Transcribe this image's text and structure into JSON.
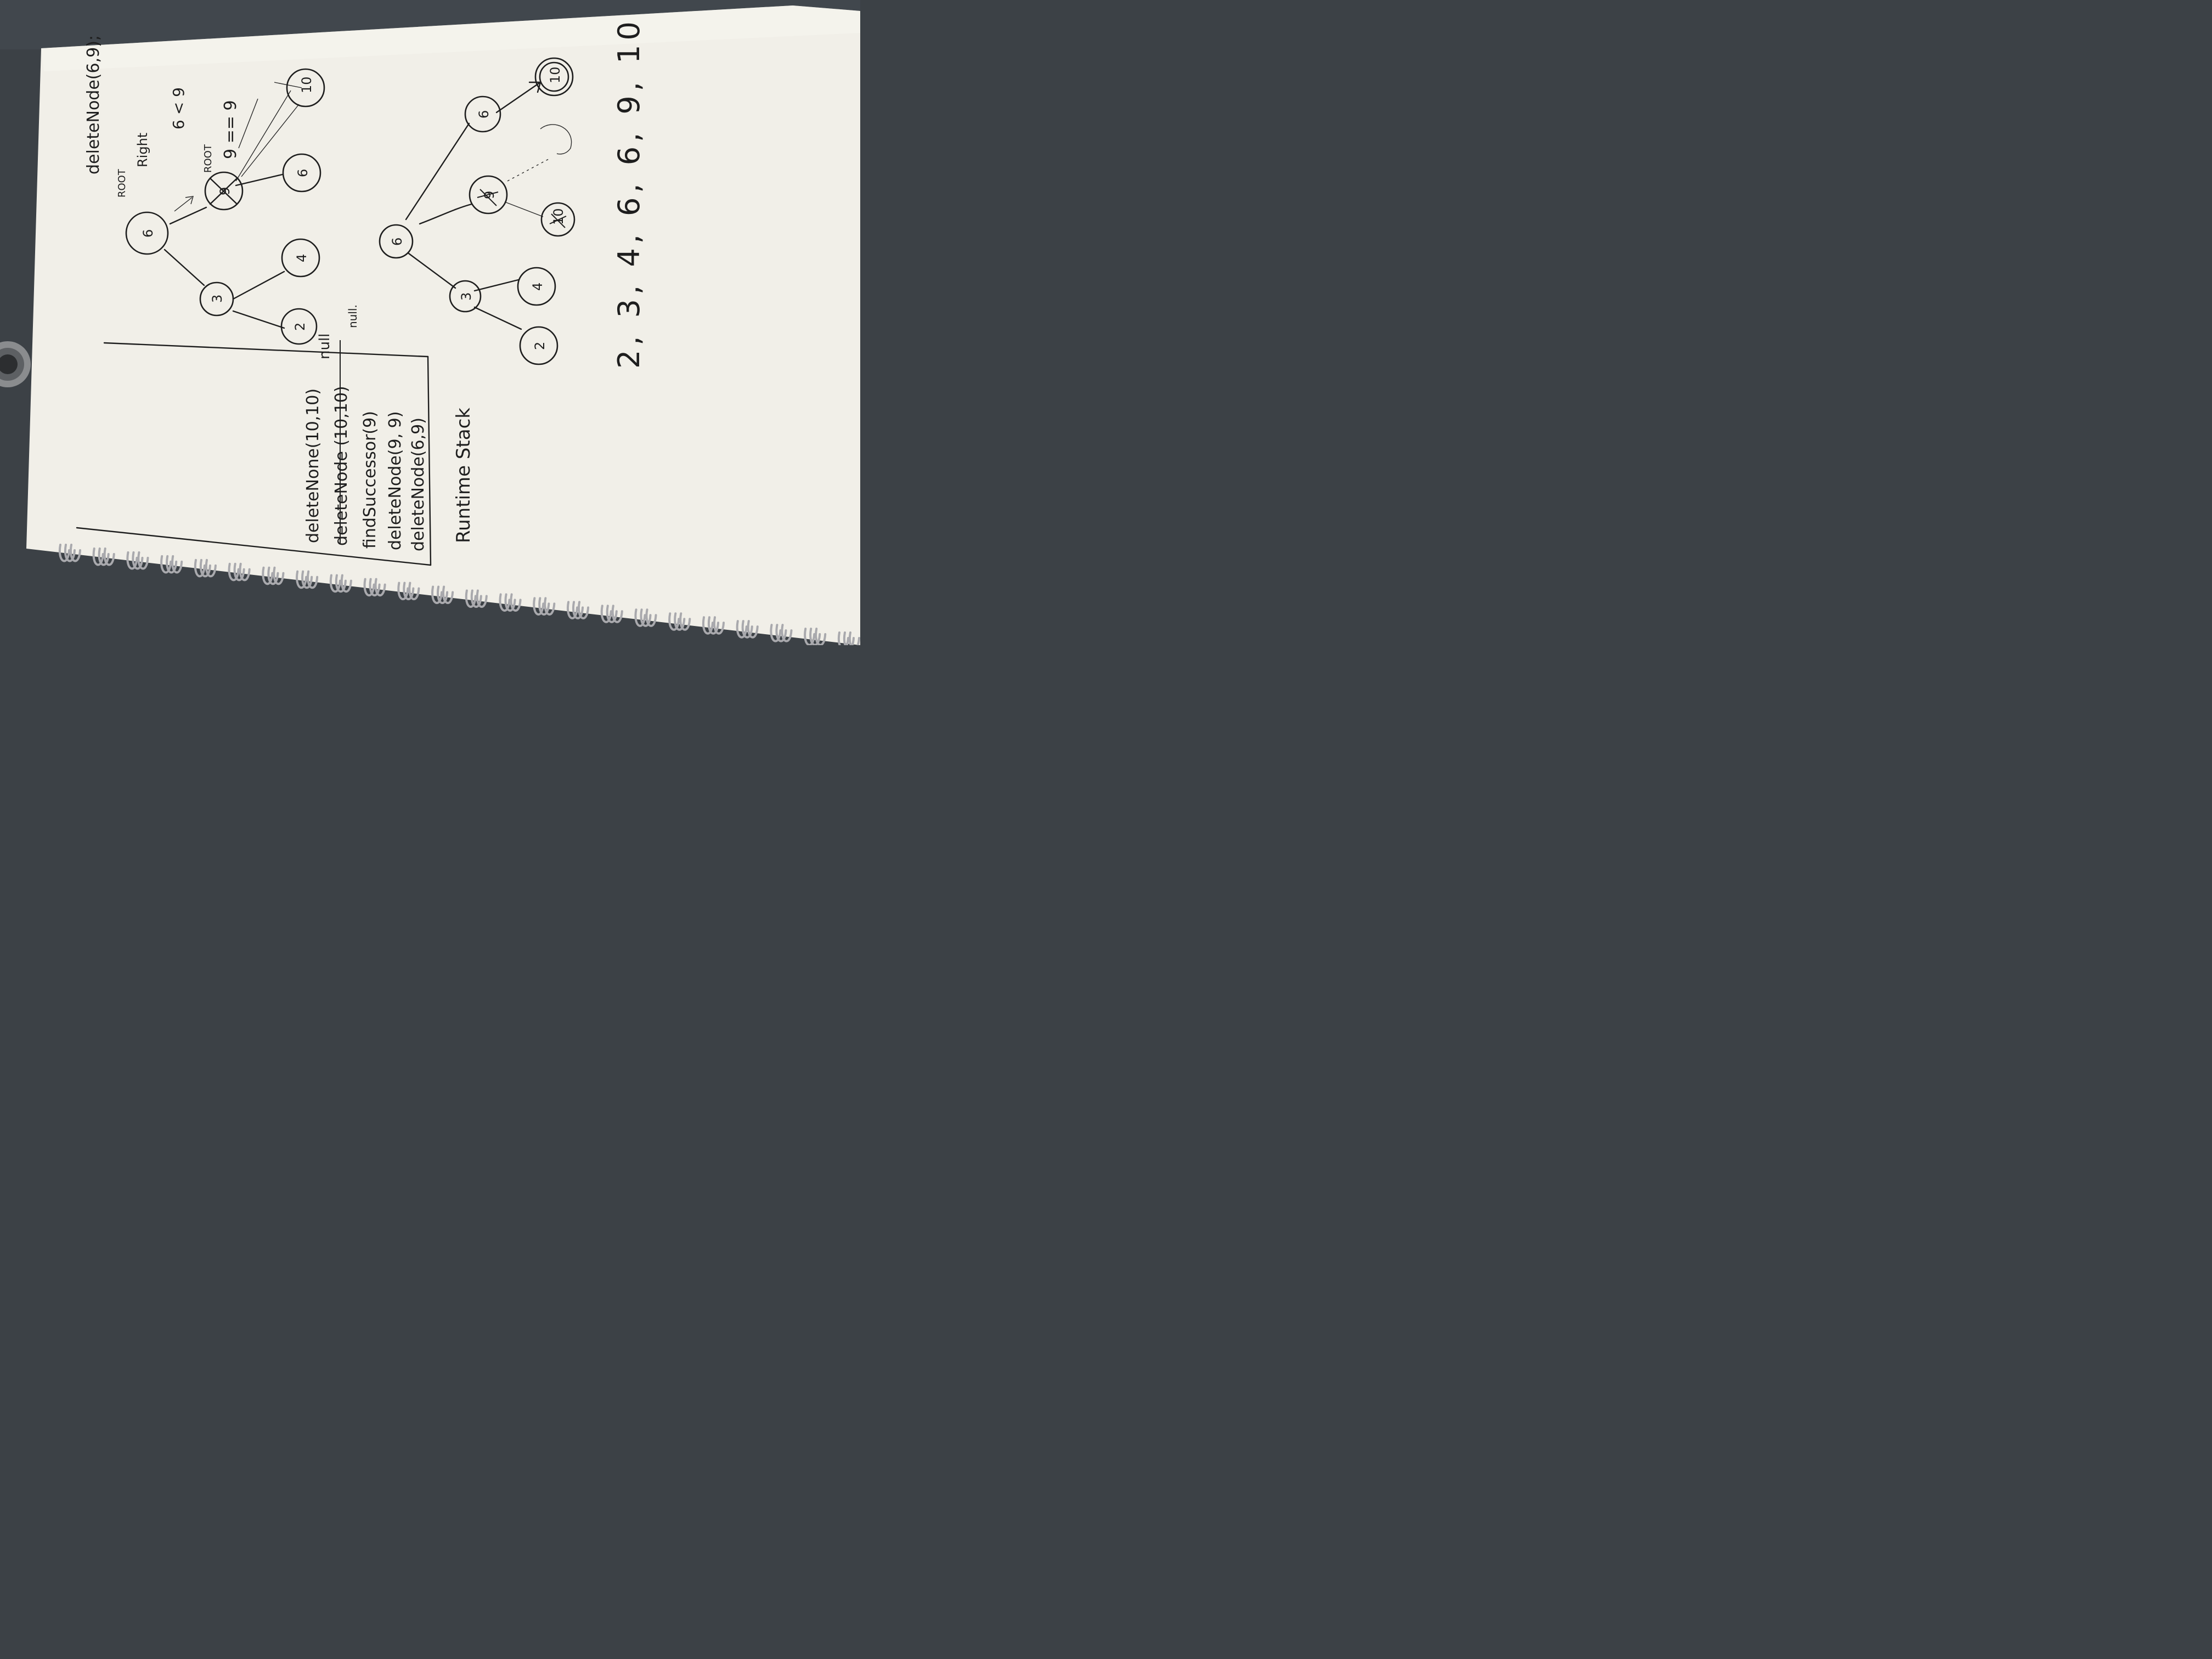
{
  "colors": {
    "background": "#3c4146",
    "paper": "#f1efe8",
    "ink": "#1e1e1e",
    "ring": "#a9a9ad"
  },
  "title": "deleteNode(6,9);",
  "labels": {
    "root_top": "ROOT",
    "right": "Right",
    "compare": "6 < 9",
    "root_small": "ROOT",
    "equal": "9 == 9"
  },
  "tree1": {
    "n6": "6",
    "n3": "3",
    "n9": "9",
    "n4": "4",
    "n2": "2",
    "n6b": "6",
    "n10": "10"
  },
  "stack": {
    "items": [
      "deleteNone(10,10)",
      "deleteNode (10,10)",
      "findSuccessor(9)",
      "deleteNode(9, 9)",
      "deleteNode(6,9)"
    ],
    "null_1": "null",
    "null_2": "null.",
    "label": "Runtime Stack"
  },
  "tree2": {
    "n6": "6",
    "n3": "3",
    "n4": "4",
    "n2": "2",
    "n9": "9",
    "n10a": "10",
    "n6b": "6",
    "n10": "10"
  },
  "sequence": "2, 3, 4, 6, 6, 9, 10"
}
